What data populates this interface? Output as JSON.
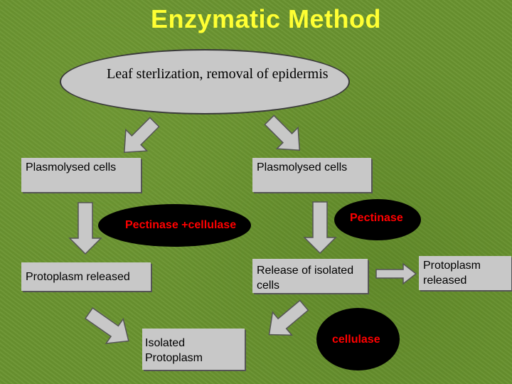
{
  "title": "Enzymatic Method",
  "start": "Leaf sterlization, removal of epidermis",
  "left_branch": {
    "plasmolysed": "Plasmolysed cells",
    "enzyme": "Pectinase +cellulase",
    "result": "Protoplasm released"
  },
  "right_branch": {
    "plasmolysed": "Plasmolysed cells",
    "enzyme": "Pectinase",
    "release": "Release of isolated cells",
    "result": "Protoplasm released",
    "enzyme2": "cellulase"
  },
  "end": "Isolated Protoplasm",
  "colors": {
    "background": "#6a9430",
    "title": "#ffff33",
    "box": "#c8c8c8",
    "enzyme_text": "#ff0000",
    "enzyme_bg": "#000000"
  }
}
